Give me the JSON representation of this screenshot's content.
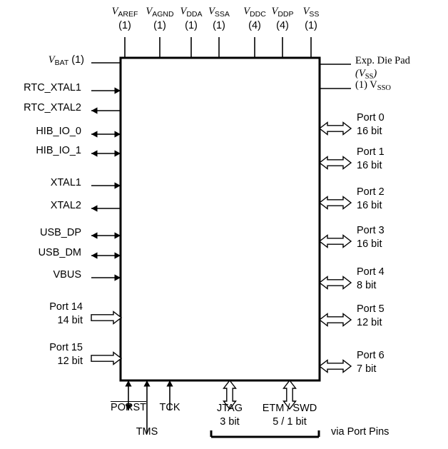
{
  "diagram": {
    "title": "Microcontroller pin / port block diagram",
    "chip_label": ""
  },
  "colors": {
    "line": "#000000",
    "background": "#ffffff"
  },
  "top_pins": [
    {
      "name": "V",
      "sub": "AREF",
      "count": "(1)"
    },
    {
      "name": "V",
      "sub": "AGND",
      "count": "(1)"
    },
    {
      "name": "V",
      "sub": "DDA",
      "count": "(1)"
    },
    {
      "name": "V",
      "sub": "SSA",
      "count": "(1)"
    },
    {
      "name": "V",
      "sub": "DDC",
      "count": "(4)"
    },
    {
      "name": "V",
      "sub": "DDP",
      "count": "(4)"
    },
    {
      "name": "V",
      "sub": "SS",
      "count": "(1)"
    }
  ],
  "left_pins": [
    {
      "label": "V",
      "sub": "BAT",
      "suffix": " (1)",
      "type": "plain",
      "style": "vsub"
    },
    {
      "label": "RTC_XTAL1",
      "type": "in"
    },
    {
      "label": "RTC_XTAL2",
      "type": "out"
    },
    {
      "label": "HIB_IO_0",
      "type": "bidir"
    },
    {
      "label": "HIB_IO_1",
      "type": "bidir"
    },
    {
      "label": "XTAL1",
      "type": "in"
    },
    {
      "label": "XTAL2",
      "type": "out"
    },
    {
      "label": "USB_DP",
      "type": "bidir"
    },
    {
      "label": "USB_DM",
      "type": "bidir"
    },
    {
      "label": "VBUS",
      "type": "in"
    },
    {
      "label": "Port 14",
      "sublabel": "14 bit",
      "type": "bus_in"
    },
    {
      "label": "Port 15",
      "sublabel": "12 bit",
      "type": "bus_in"
    }
  ],
  "right_pins": [
    {
      "label": "Exp. Die Pad",
      "sublabel": "(V",
      "sub": "SS",
      "sublabel_end": ")",
      "type": "plain",
      "style": "serif"
    },
    {
      "label": "(1)  V",
      "sub": "SSO",
      "type": "plain",
      "style": "serif_count"
    },
    {
      "label": "Port 0",
      "sublabel": "16 bit",
      "type": "bus_bidir"
    },
    {
      "label": "Port 1",
      "sublabel": "16 bit",
      "type": "bus_bidir"
    },
    {
      "label": "Port 2",
      "sublabel": "16 bit",
      "type": "bus_bidir"
    },
    {
      "label": "Port 3",
      "sublabel": "16 bit",
      "type": "bus_bidir"
    },
    {
      "label": "Port 4",
      "sublabel": "8 bit",
      "type": "bus_bidir"
    },
    {
      "label": "Port 5",
      "sublabel": "12 bit",
      "type": "bus_bidir"
    },
    {
      "label": "Port 6",
      "sublabel": "7 bit",
      "type": "bus_bidir"
    }
  ],
  "bottom_pins": [
    {
      "label": "PORST",
      "overline": true,
      "type": "bidir_v"
    },
    {
      "label": "TMS",
      "type": "in_v"
    },
    {
      "label": "TCK",
      "type": "in_v"
    },
    {
      "label": "JTAG",
      "sublabel": "3 bit",
      "type": "bus_bidir_v"
    },
    {
      "label": "ETM / SWD",
      "sublabel": "5 / 1 bit",
      "type": "bus_bidir_v"
    }
  ],
  "bottom_note": "via Port Pins"
}
